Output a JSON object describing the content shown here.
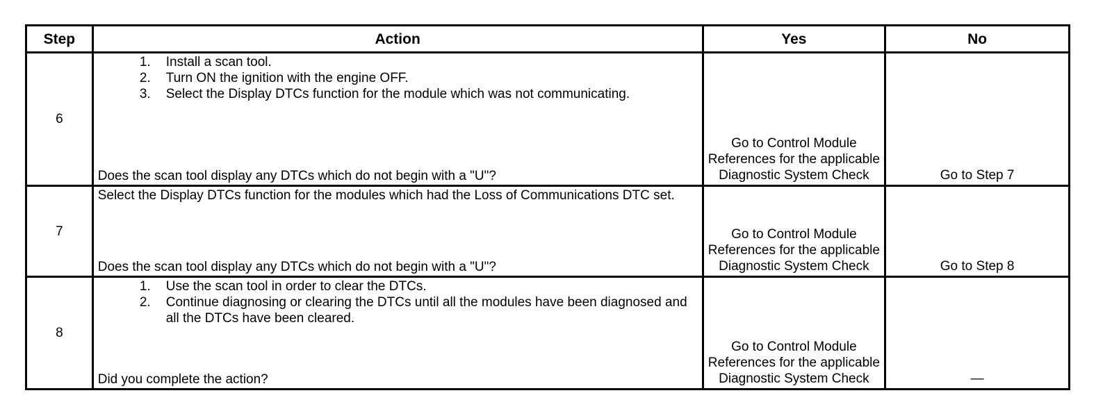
{
  "table": {
    "headers": {
      "step": "Step",
      "action": "Action",
      "yes": "Yes",
      "no": "No"
    },
    "rows": [
      {
        "step": "6",
        "action_steps": [
          {
            "num": "1.",
            "text": "Install a scan tool."
          },
          {
            "num": "2.",
            "text": "Turn ON the ignition with the engine OFF."
          },
          {
            "num": "3.",
            "text": "Select the Display DTCs function for the module which was not communicating."
          }
        ],
        "question": "Does the scan tool display any DTCs which do not begin with a \"U\"?",
        "yes": "Go to Control Module References for the applicable Diagnostic System Check",
        "no": "Go to Step 7"
      },
      {
        "step": "7",
        "action_text": "Select the Display DTCs function for the modules which had the Loss of Communications DTC set.",
        "question": "Does the scan tool display any DTCs which do not begin with a \"U\"?",
        "yes": "Go to Control Module References for the applicable Diagnostic System Check",
        "no": "Go to Step 8"
      },
      {
        "step": "8",
        "action_steps": [
          {
            "num": "1.",
            "text": "Use the scan tool in order to clear the DTCs."
          },
          {
            "num": "2.",
            "text": "Continue diagnosing or clearing the DTCs until all the modules have been diagnosed and all the DTCs have been cleared."
          }
        ],
        "question": "Did you complete the action?",
        "yes": "Go to Control Module References for the applicable Diagnostic System Check",
        "no": "—"
      }
    ]
  }
}
